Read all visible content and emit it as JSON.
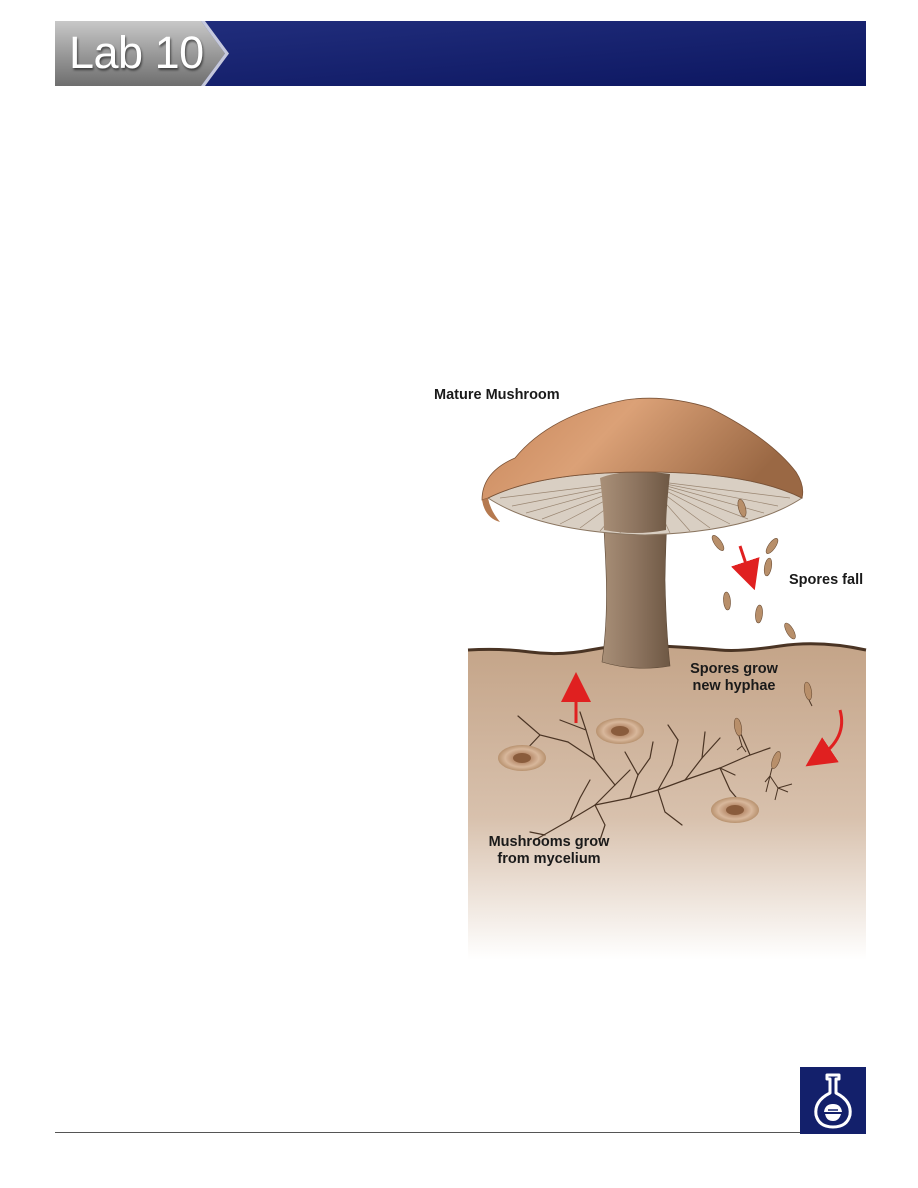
{
  "header": {
    "title": "Lab 10",
    "band_color": "#0f1b6b"
  },
  "diagram": {
    "labels": {
      "mature_mushroom": "Mature Mushroom",
      "spores_fall": "Spores fall",
      "spores_grow_1": "Spores grow",
      "spores_grow_2": "new hyphae",
      "mushrooms_grow_1": "Mushrooms grow",
      "mushrooms_grow_2": "from mycelium"
    },
    "colors": {
      "soil": "#c8a88c",
      "cap": "#c9875a",
      "stem": "#8c735a",
      "arrow": "#e02020"
    }
  }
}
